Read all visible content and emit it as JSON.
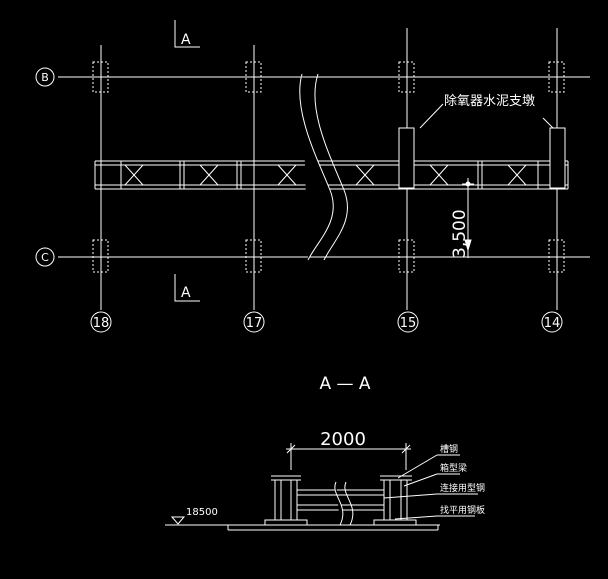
{
  "plan": {
    "axis_rows": [
      "B",
      "C"
    ],
    "axis_cols": [
      "18",
      "17",
      "15",
      "14"
    ],
    "section_mark": "A",
    "pier_label": "除氧器水泥支墩",
    "dimension": "3,500"
  },
  "section": {
    "title": "A — A",
    "width_dim": "2000",
    "elevation": "18500",
    "callouts": [
      "槽钢",
      "箱型梁",
      "连接用型钢",
      "找平用钢板"
    ]
  },
  "colors": {
    "background": "#000000",
    "lines": "#ffffff"
  }
}
